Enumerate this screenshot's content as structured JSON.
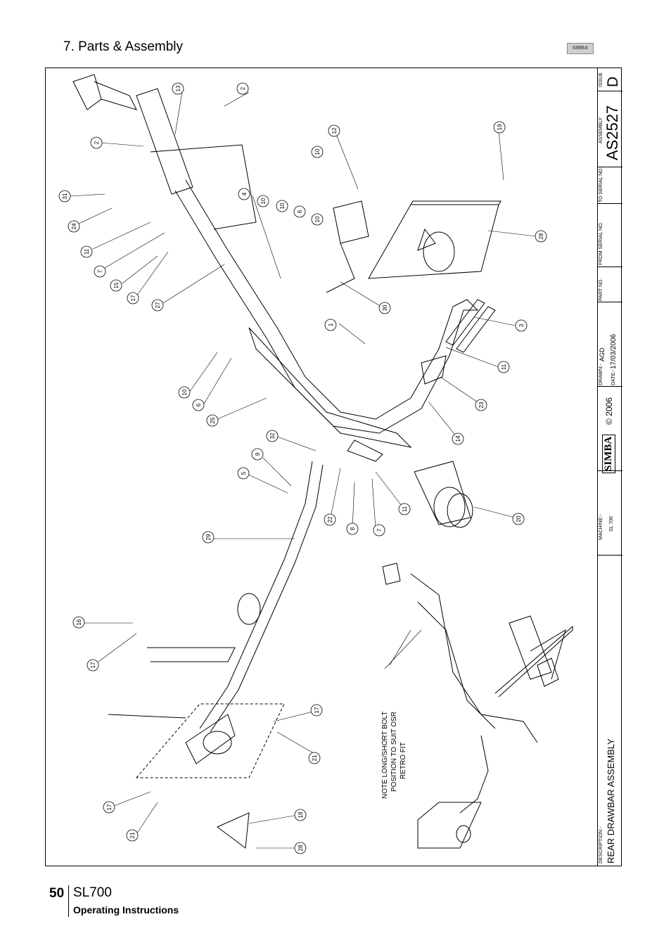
{
  "header": {
    "title": "7. Parts & Assembly",
    "logo_text": "SIMBA"
  },
  "title_block": {
    "issue_label": "ISSUE",
    "issue": "D",
    "assembly_label": "ASSEMBLY",
    "assembly": "AS2527",
    "to_serial_label": "TO SERIAL NO.",
    "from_serial_label": "FROM SERIAL NO.",
    "part_no_label": "PART NO.",
    "drawn_label": "DRAWN:-",
    "drawn": "AGD",
    "date_label": "DATE:-",
    "date": "17/03/2006",
    "logo": "SIMBA",
    "copyright": "© 2006",
    "machine_label": "MACHINE:-",
    "machine": "SL 700",
    "description_label": "DESCRIPTION:-",
    "description": "REAR DRAWBAR ASSEMBLY"
  },
  "note": {
    "line1": "NOTE LONG/SHORT BOLT",
    "line2": "POSITION TO SUIT OSR",
    "line3": "RETRO FIT"
  },
  "balloons": [
    "2",
    "13",
    "2",
    "31",
    "24",
    "11",
    "7",
    "15",
    "17",
    "27",
    "4",
    "10",
    "10",
    "6",
    "10",
    "12",
    "10",
    "19",
    "28",
    "30",
    "1",
    "3",
    "11",
    "23",
    "14",
    "10",
    "6",
    "25",
    "32",
    "9",
    "5",
    "22",
    "8",
    "7",
    "11",
    "20",
    "29",
    "16",
    "17",
    "17",
    "21",
    "17",
    "21",
    "18",
    "28"
  ],
  "footer": {
    "page_number": "50",
    "model": "SL700",
    "subtitle": "Operating Instructions"
  }
}
